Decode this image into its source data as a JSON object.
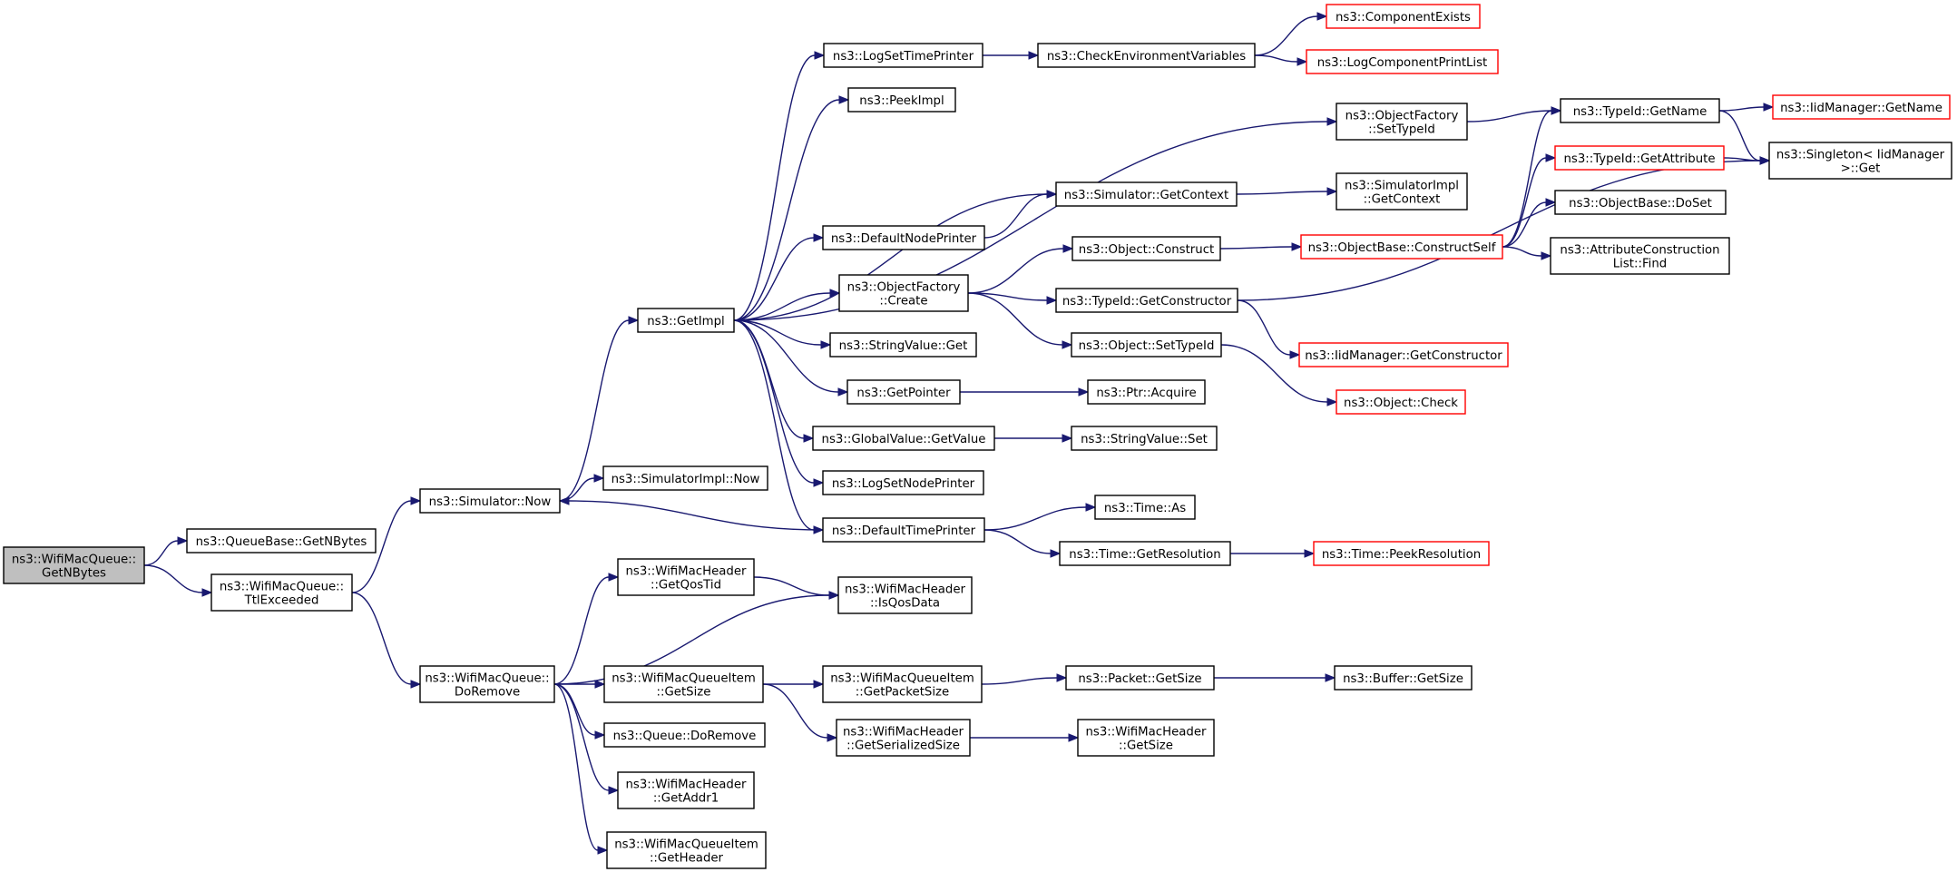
{
  "graph": {
    "colors": {
      "edge": "#191970",
      "truncated_border": "#ff0000",
      "root_fill": "#bfbfbf",
      "node_border": "#000000"
    },
    "nodes": [
      {
        "id": "root",
        "lines": [
          "ns3::WifiMacQueue::",
          "GetNBytes"
        ],
        "root": true
      },
      {
        "id": "qbGetNBytes",
        "lines": [
          "ns3::QueueBase::GetNBytes"
        ]
      },
      {
        "id": "ttl",
        "lines": [
          "ns3::WifiMacQueue::",
          "TtlExceeded"
        ]
      },
      {
        "id": "simNow",
        "lines": [
          "ns3::Simulator::Now"
        ]
      },
      {
        "id": "doRemove",
        "lines": [
          "ns3::WifiMacQueue::",
          "DoRemove"
        ]
      },
      {
        "id": "getImpl",
        "lines": [
          "ns3::GetImpl"
        ]
      },
      {
        "id": "simImplNow",
        "lines": [
          "ns3::SimulatorImpl::Now"
        ]
      },
      {
        "id": "hdrGetQosTid",
        "lines": [
          "ns3::WifiMacHeader",
          "::GetQosTid"
        ]
      },
      {
        "id": "isQosData",
        "lines": [
          "ns3::WifiMacHeader",
          "::IsQosData"
        ]
      },
      {
        "id": "itemGetSize",
        "lines": [
          "ns3::WifiMacQueueItem",
          "::GetSize"
        ]
      },
      {
        "id": "queueDoRemove",
        "lines": [
          "ns3::Queue::DoRemove"
        ]
      },
      {
        "id": "getAddr1",
        "lines": [
          "ns3::WifiMacHeader",
          "::GetAddr1"
        ]
      },
      {
        "id": "itemGetHeader",
        "lines": [
          "ns3::WifiMacQueueItem",
          "::GetHeader"
        ]
      },
      {
        "id": "logSetTimePrinter",
        "lines": [
          "ns3::LogSetTimePrinter"
        ]
      },
      {
        "id": "peekImpl",
        "lines": [
          "ns3::PeekImpl"
        ]
      },
      {
        "id": "defNodePrinter",
        "lines": [
          "ns3::DefaultNodePrinter"
        ]
      },
      {
        "id": "ofCreate",
        "lines": [
          "ns3::ObjectFactory",
          "::Create"
        ]
      },
      {
        "id": "svGet",
        "lines": [
          "ns3::StringValue::Get"
        ]
      },
      {
        "id": "getPointer",
        "lines": [
          "ns3::GetPointer"
        ]
      },
      {
        "id": "gvGetValue",
        "lines": [
          "ns3::GlobalValue::GetValue"
        ]
      },
      {
        "id": "logSetNodePrinter",
        "lines": [
          "ns3::LogSetNodePrinter"
        ]
      },
      {
        "id": "defTimePrinter",
        "lines": [
          "ns3::DefaultTimePrinter"
        ]
      },
      {
        "id": "getPacketSize",
        "lines": [
          "ns3::WifiMacQueueItem",
          "::GetPacketSize"
        ]
      },
      {
        "id": "getSerSize",
        "lines": [
          "ns3::WifiMacHeader",
          "::GetSerializedSize"
        ]
      },
      {
        "id": "checkEnv",
        "lines": [
          "ns3::CheckEnvironmentVariables"
        ]
      },
      {
        "id": "simGetContext",
        "lines": [
          "ns3::Simulator::GetContext"
        ]
      },
      {
        "id": "objConstruct",
        "lines": [
          "ns3::Object::Construct"
        ]
      },
      {
        "id": "tidGetConstructor",
        "lines": [
          "ns3::TypeId::GetConstructor"
        ]
      },
      {
        "id": "objSetTypeId",
        "lines": [
          "ns3::Object::SetTypeId"
        ]
      },
      {
        "id": "ptrAcquire",
        "lines": [
          "ns3::Ptr::Acquire"
        ]
      },
      {
        "id": "svSet",
        "lines": [
          "ns3::StringValue::Set"
        ]
      },
      {
        "id": "timeAs",
        "lines": [
          "ns3::Time::As"
        ]
      },
      {
        "id": "timeGetRes",
        "lines": [
          "ns3::Time::GetResolution"
        ]
      },
      {
        "id": "packetGetSize",
        "lines": [
          "ns3::Packet::GetSize"
        ]
      },
      {
        "id": "hdrGetSize",
        "lines": [
          "ns3::WifiMacHeader",
          "::GetSize"
        ]
      },
      {
        "id": "compExists",
        "lines": [
          "ns3::ComponentExists"
        ],
        "truncated": true
      },
      {
        "id": "logCompPrintList",
        "lines": [
          "ns3::LogComponentPrintList"
        ],
        "truncated": true
      },
      {
        "id": "ofSetTypeId",
        "lines": [
          "ns3::ObjectFactory",
          "::SetTypeId"
        ]
      },
      {
        "id": "simImplGetContext",
        "lines": [
          "ns3::SimulatorImpl",
          "::GetContext"
        ]
      },
      {
        "id": "obConstructSelf",
        "lines": [
          "ns3::ObjectBase::ConstructSelf"
        ],
        "truncated": true
      },
      {
        "id": "iidGetConstructor",
        "lines": [
          "ns3::IidManager::GetConstructor"
        ],
        "truncated": true
      },
      {
        "id": "objCheck",
        "lines": [
          "ns3::Object::Check"
        ],
        "truncated": true
      },
      {
        "id": "timePeekRes",
        "lines": [
          "ns3::Time::PeekResolution"
        ],
        "truncated": true
      },
      {
        "id": "bufGetSize",
        "lines": [
          "ns3::Buffer::GetSize"
        ]
      },
      {
        "id": "tidGetName",
        "lines": [
          "ns3::TypeId::GetName"
        ]
      },
      {
        "id": "tidGetAttribute",
        "lines": [
          "ns3::TypeId::GetAttribute"
        ],
        "truncated": true
      },
      {
        "id": "obDoSet",
        "lines": [
          "ns3::ObjectBase::DoSet"
        ]
      },
      {
        "id": "attrConstrFind",
        "lines": [
          "ns3::AttributeConstruction",
          "List::Find"
        ]
      },
      {
        "id": "iidGetName",
        "lines": [
          "ns3::IidManager::GetName"
        ],
        "truncated": true
      },
      {
        "id": "singletonGet",
        "lines": [
          "ns3::Singleton< IidManager",
          ">::Get"
        ]
      }
    ],
    "edges": [
      [
        "root",
        "qbGetNBytes"
      ],
      [
        "root",
        "ttl"
      ],
      [
        "ttl",
        "simNow"
      ],
      [
        "ttl",
        "doRemove"
      ],
      [
        "simNow",
        "getImpl"
      ],
      [
        "simNow",
        "simImplNow"
      ],
      [
        "doRemove",
        "hdrGetQosTid"
      ],
      [
        "doRemove",
        "isQosData"
      ],
      [
        "doRemove",
        "itemGetSize"
      ],
      [
        "doRemove",
        "queueDoRemove"
      ],
      [
        "doRemove",
        "getAddr1"
      ],
      [
        "doRemove",
        "itemGetHeader"
      ],
      [
        "hdrGetQosTid",
        "isQosData"
      ],
      [
        "itemGetSize",
        "getPacketSize"
      ],
      [
        "itemGetSize",
        "getSerSize"
      ],
      [
        "getPacketSize",
        "packetGetSize"
      ],
      [
        "packetGetSize",
        "bufGetSize"
      ],
      [
        "getSerSize",
        "hdrGetSize"
      ],
      [
        "getImpl",
        "logSetTimePrinter"
      ],
      [
        "getImpl",
        "peekImpl"
      ],
      [
        "getImpl",
        "ofSetTypeId"
      ],
      [
        "getImpl",
        "simGetContext"
      ],
      [
        "getImpl",
        "defNodePrinter"
      ],
      [
        "getImpl",
        "ofCreate"
      ],
      [
        "getImpl",
        "svGet"
      ],
      [
        "getImpl",
        "getPointer"
      ],
      [
        "getImpl",
        "gvGetValue"
      ],
      [
        "getImpl",
        "logSetNodePrinter"
      ],
      [
        "getImpl",
        "defTimePrinter"
      ],
      [
        "logSetTimePrinter",
        "checkEnv"
      ],
      [
        "checkEnv",
        "compExists"
      ],
      [
        "checkEnv",
        "logCompPrintList"
      ],
      [
        "defNodePrinter",
        "simGetContext"
      ],
      [
        "simGetContext",
        "simImplGetContext"
      ],
      [
        "ofCreate",
        "objConstruct"
      ],
      [
        "ofCreate",
        "tidGetConstructor"
      ],
      [
        "ofCreate",
        "objSetTypeId"
      ],
      [
        "objConstruct",
        "obConstructSelf"
      ],
      [
        "tidGetConstructor",
        "iidGetConstructor"
      ],
      [
        "tidGetConstructor",
        "singletonGet"
      ],
      [
        "objSetTypeId",
        "objCheck"
      ],
      [
        "getPointer",
        "ptrAcquire"
      ],
      [
        "gvGetValue",
        "svSet"
      ],
      [
        "defTimePrinter",
        "simNow"
      ],
      [
        "defTimePrinter",
        "timeAs"
      ],
      [
        "defTimePrinter",
        "timeGetRes"
      ],
      [
        "timeGetRes",
        "timePeekRes"
      ],
      [
        "ofSetTypeId",
        "tidGetName"
      ],
      [
        "obConstructSelf",
        "tidGetName"
      ],
      [
        "obConstructSelf",
        "tidGetAttribute"
      ],
      [
        "obConstructSelf",
        "obDoSet"
      ],
      [
        "obConstructSelf",
        "attrConstrFind"
      ],
      [
        "tidGetName",
        "iidGetName"
      ],
      [
        "tidGetName",
        "singletonGet"
      ],
      [
        "tidGetAttribute",
        "singletonGet"
      ]
    ]
  }
}
